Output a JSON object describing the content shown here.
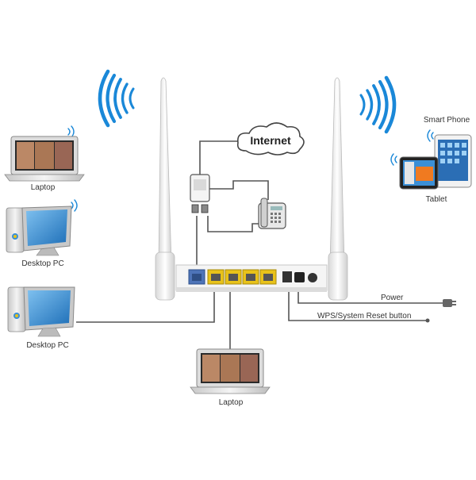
{
  "labels": {
    "internet": "Internet",
    "laptop_left": "Laptop",
    "desktop_top": "Desktop PC",
    "desktop_bottom": "Desktop PC",
    "laptop_bottom": "Laptop",
    "smart_phone": "Smart Phone",
    "tablet": "Tablet",
    "power": "Power",
    "wps_reset": "WPS/System Reset button"
  },
  "colors": {
    "background": "#ffffff",
    "wifi_blue": "#1a88d8",
    "lan_port_yellow": "#e8c21a",
    "wan_port_blue": "#4e74b8",
    "cable": "#555555",
    "router_body": "#f2f2f2",
    "screen_blue": "#3b8fd6"
  }
}
